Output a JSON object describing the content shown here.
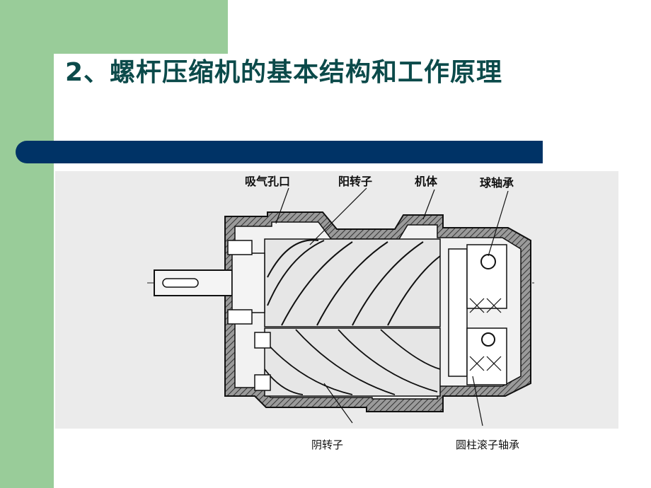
{
  "slide": {
    "title": "2、螺杆压缩机的基本结构和工作原理"
  },
  "figure": {
    "labels": {
      "suction_port": "吸气孔口",
      "male_rotor": "阳转子",
      "casing": "机体",
      "ball_bearing": "球轴承"
    },
    "captions": {
      "female_rotor": "阴转子",
      "roller_bearing": "圆柱滚子轴承"
    }
  },
  "colors": {
    "left_band": "#99cc99",
    "title": "#0b4a4a",
    "rule_bar": "#003366"
  }
}
